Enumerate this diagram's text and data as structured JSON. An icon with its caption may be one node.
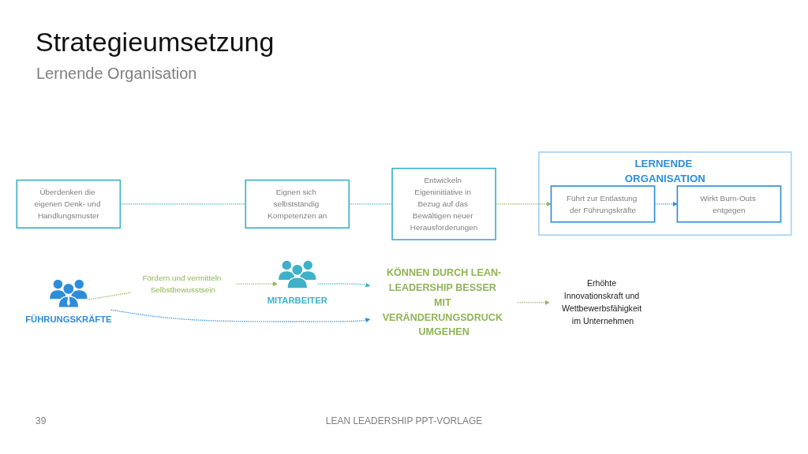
{
  "diagram": {
    "title": "Strategieumsetzung",
    "nodes": [
      {
        "text": [
          "Erhöhte Innovationskraft und Wettbewerbsfähigkeit im Unternehmen"
        ]
      },
      {
        "text": [
          "KÖNNEN DURCH LEAN-LEADERSHIP BESSER MIT VERÄNDERUNGSDRUCK UMGEHEN"
        ]
      },
      {
        "text": [
          "MITARBEITER"
        ]
      },
      {
        "text": [
          "FÜHRUNGSKRÄFTE"
        ]
      },
      {
        "text": [
          "Überdenken die eigenen Denk- und Handlungsmuster"
        ]
      },
      {
        "text": [
          "Eignen sich selbstständig Kompetenzen an"
        ]
      },
      {
        "text": [
          "Entwickeln Eigeninitiative in Bezug auf das Bewältigen neuer Herausforderungen"
        ]
      },
      {
        "text": [
          "LERNENDE ORGANISATION"
        ]
      },
      {
        "text": [
          "Wirkt Burn-Outs entgegen"
        ],
        "in": 7
      },
      {
        "text": [
          "Führt zur Entlastung der Führungskräfte"
        ],
        "in": 7
      }
    ],
    "edges": [
      {
        "from": 1,
        "to": 0,
        "arrow": "to",
        "style": "dashed",
        "color": "#8fb555"
      },
      {
        "from": 2,
        "to": 1,
        "arrow": "to",
        "style": "dashed",
        "color": "#3eb1c8"
      },
      {
        "from": 3,
        "to": 1,
        "arrow": "to",
        "style": "dashed",
        "color": "#2e8ddb"
      },
      {
        "from": 3,
        "to": 2,
        "arrow": "to",
        "label": "Fördern und vermitteln Selbstbewusstsein",
        "style": "dashed",
        "color": "#8fb555"
      },
      {
        "from": 4,
        "to": 5,
        "arrow": "none",
        "style": "dashed",
        "color": "#3eb1c8"
      },
      {
        "from": 5,
        "to": 6,
        "arrow": "none",
        "style": "dashed",
        "color": "#3eb1c8"
      },
      {
        "from": 6,
        "to": 9,
        "arrow": "to",
        "style": "dashed",
        "color": "#8fb555"
      },
      {
        "from": 9,
        "to": 8,
        "arrow": "to",
        "style": "dashed",
        "color": "#2e8ddb"
      }
    ],
    "labels": [
      "Lernende Organisation",
      "39",
      "LEAN LEADERSHIP PPT-VORLAGE"
    ]
  }
}
